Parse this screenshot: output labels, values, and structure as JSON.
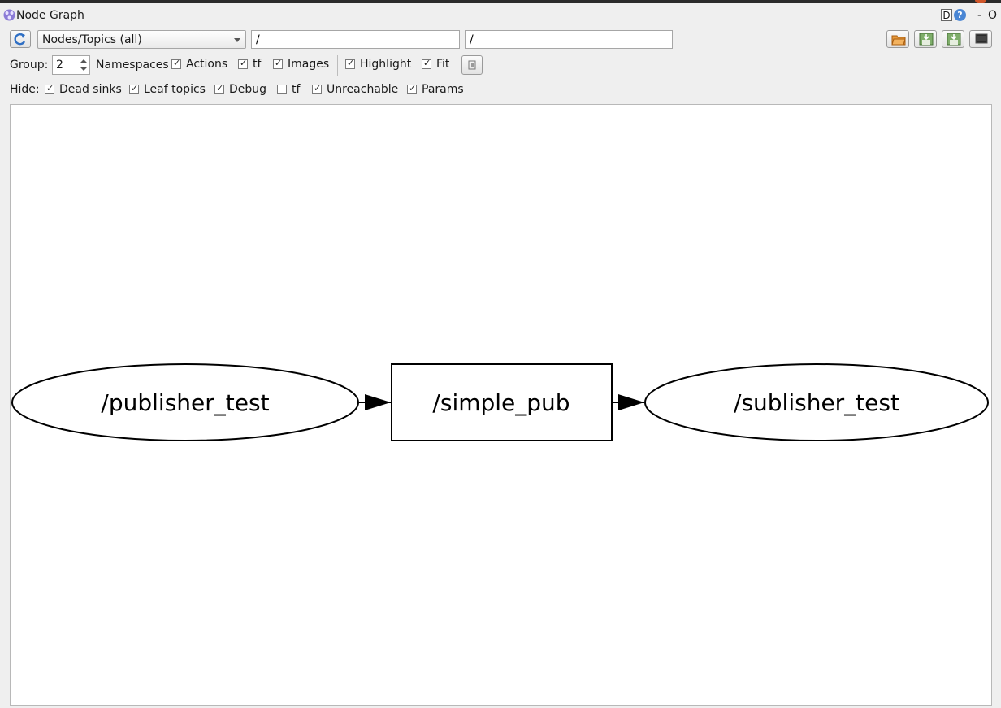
{
  "window": {
    "title": "Node Graph",
    "d_label": "D",
    "help_label": "?",
    "min_label": "-",
    "max_label": "O"
  },
  "toolbar": {
    "graph_mode": "Nodes/Topics (all)",
    "node_filter": "/",
    "topic_filter": "/"
  },
  "options": {
    "group_label": "Group:",
    "group_value": "2",
    "namespaces_label": "Namespaces",
    "actions_label": "Actions",
    "actions_checked": true,
    "tf_label": "tf",
    "tf_checked": true,
    "images_label": "Images",
    "images_checked": true,
    "highlight_label": "Highlight",
    "highlight_checked": true,
    "fit_label": "Fit",
    "fit_checked": true
  },
  "hide": {
    "hide_label": "Hide:",
    "dead_sinks_label": "Dead sinks",
    "dead_sinks_checked": true,
    "leaf_topics_label": "Leaf topics",
    "leaf_topics_checked": true,
    "debug_label": "Debug",
    "debug_checked": true,
    "tf_label": "tf",
    "tf_checked": false,
    "unreachable_label": "Unreachable",
    "unreachable_checked": true,
    "params_label": "Params",
    "params_checked": true
  },
  "graph": {
    "nodes": [
      {
        "id": "publisher_test",
        "label": "/publisher_test",
        "shape": "ellipse"
      },
      {
        "id": "simple_pub",
        "label": "/simple_pub",
        "shape": "box"
      },
      {
        "id": "sublisher_test",
        "label": "/sublisher_test",
        "shape": "ellipse"
      }
    ],
    "edges": [
      {
        "from": "/publisher_test",
        "to": "/simple_pub"
      },
      {
        "from": "/simple_pub",
        "to": "/sublisher_test"
      }
    ]
  },
  "icons": {
    "app": "node-graph-app-icon",
    "refresh": "refresh-icon",
    "load": "open-folder-icon",
    "save_dot": "save-dot-icon",
    "save_image": "save-image-icon",
    "fullscreen": "screenshot-icon"
  },
  "colors": {
    "accent": "#4a86d4",
    "canvas": "#ffffff",
    "window": "#efefef"
  }
}
